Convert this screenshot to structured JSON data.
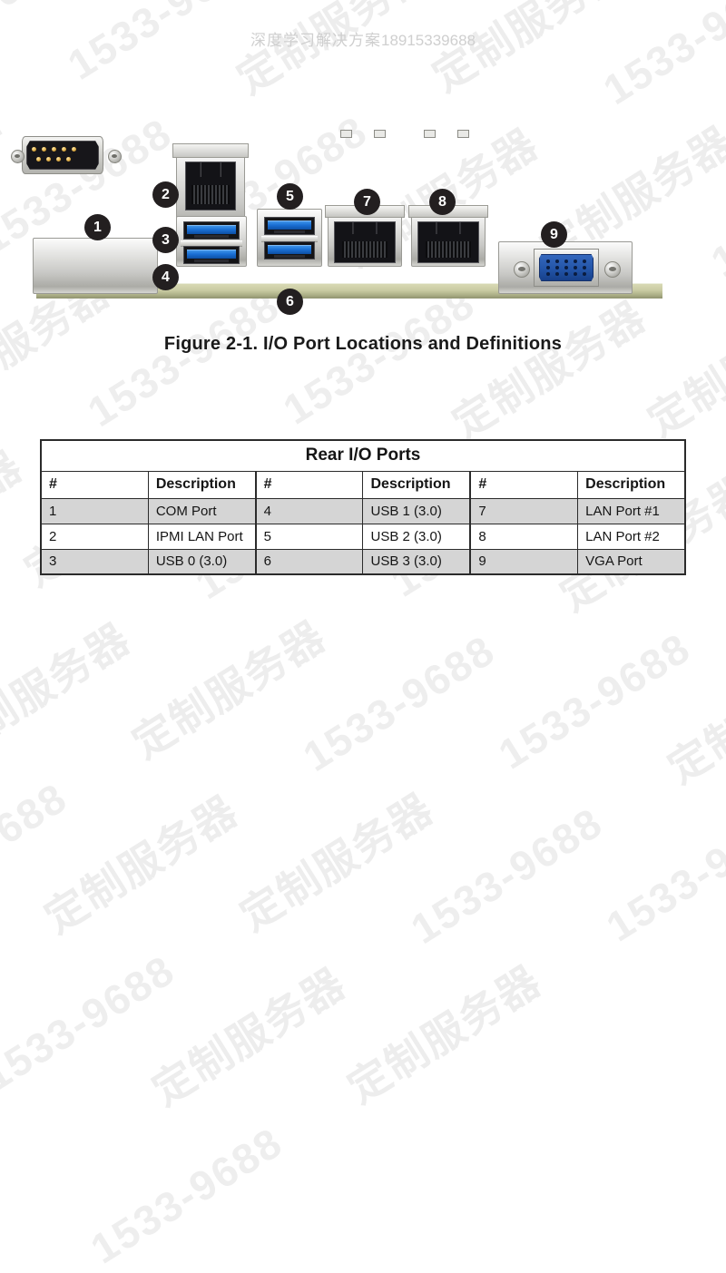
{
  "watermark": {
    "header_text_cn": "深度学习解决方案",
    "header_phone": "18915339688",
    "tile_cn": "定制服务器",
    "tile_num": "1533-9688"
  },
  "figure": {
    "caption": "Figure 2-1. I/O Port Locations and Definitions",
    "callouts": [
      {
        "number": "1",
        "port": "COM Port"
      },
      {
        "number": "2",
        "port": "IPMI LAN Port"
      },
      {
        "number": "3",
        "port": "USB 0 (3.0)"
      },
      {
        "number": "4",
        "port": "USB 1 (3.0)"
      },
      {
        "number": "5",
        "port": "USB 2 (3.0)"
      },
      {
        "number": "6",
        "port": "USB 3 (3.0)"
      },
      {
        "number": "7",
        "port": "LAN Port #1"
      },
      {
        "number": "8",
        "port": "LAN Port #2"
      },
      {
        "number": "9",
        "port": "VGA Port"
      }
    ]
  },
  "table": {
    "title": "Rear I/O Ports",
    "headers": {
      "num": "#",
      "desc": "Description"
    },
    "rows": [
      {
        "n1": "1",
        "d1": "COM Port",
        "n2": "4",
        "d2": "USB 1 (3.0)",
        "n3": "7",
        "d3": "LAN Port #1"
      },
      {
        "n1": "2",
        "d1": "IPMI LAN Port",
        "n2": "5",
        "d2": "USB 2 (3.0)",
        "n3": "8",
        "d3": "LAN Port #2"
      },
      {
        "n1": "3",
        "d1": "USB 0 (3.0)",
        "n2": "6",
        "d2": "USB 3 (3.0)",
        "n3": "9",
        "d3": "VGA Port"
      }
    ]
  },
  "colors": {
    "badge": "#231f20",
    "usb3_blue": "#1a6fd4",
    "vga_blue": "#2355a8",
    "pcb": "#c9cba2",
    "row_band": "#d5d5d5",
    "table_border": "#2b2b2b"
  }
}
